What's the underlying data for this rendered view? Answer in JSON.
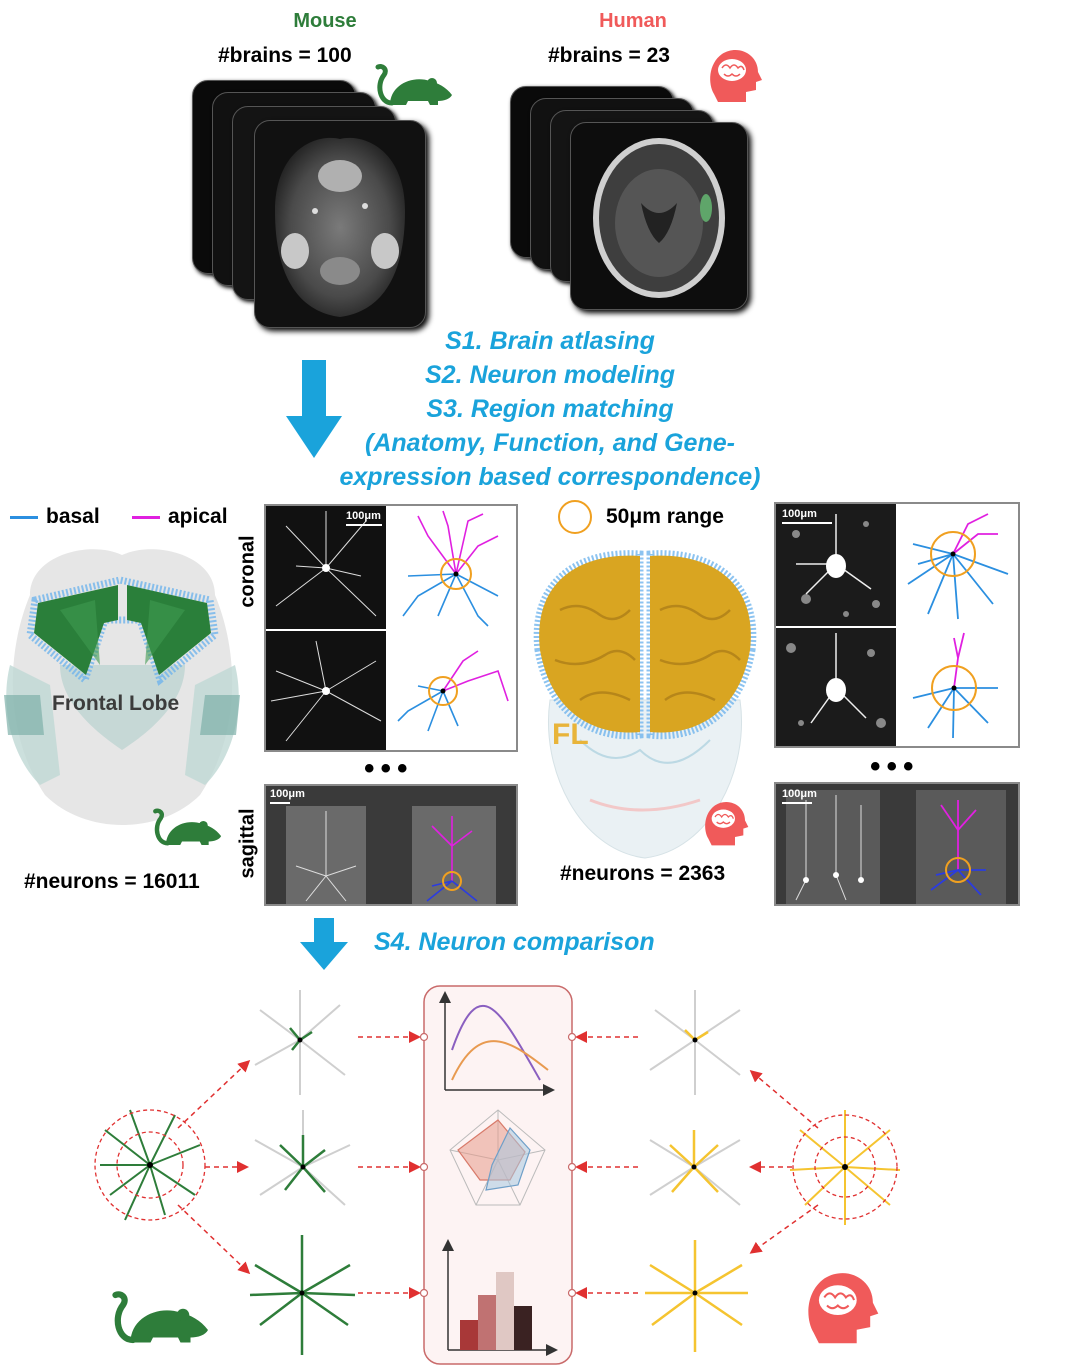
{
  "mouse": {
    "label": "Mouse",
    "brains": "#brains = 100",
    "neurons": "#neurons = 16011",
    "lobe_label": "Frontal Lobe",
    "color": "#2e7d3a"
  },
  "human": {
    "label": "Human",
    "brains": "#brains = 23",
    "neurons": "#neurons = 2363",
    "lobe_label": "FL",
    "color": "#f05a5a"
  },
  "steps": {
    "s1": "S1. Brain atlasing",
    "s2": "S2. Neuron modeling",
    "s3": "S3. Region matching",
    "s3_detail_1": "(Anatomy, Function, and Gene-",
    "s3_detail_2": "expression based correspondence)",
    "s4": "S4. Neuron comparison"
  },
  "legend": {
    "basal": "basal",
    "apical": "apical",
    "range": "50μm range",
    "basal_color": "#2b8fe0",
    "apical_color": "#e020e0",
    "range_color": "#f0a020"
  },
  "views": {
    "coronal": "coronal",
    "sagittal": "sagittal"
  },
  "scale_bar": "100μm",
  "ellipsis": "•••",
  "colors": {
    "accent_blue": "#1aa3db",
    "mouse_green": "#2e7d3a",
    "human_yellow": "#f5c430",
    "arrow_red": "#e03030"
  }
}
